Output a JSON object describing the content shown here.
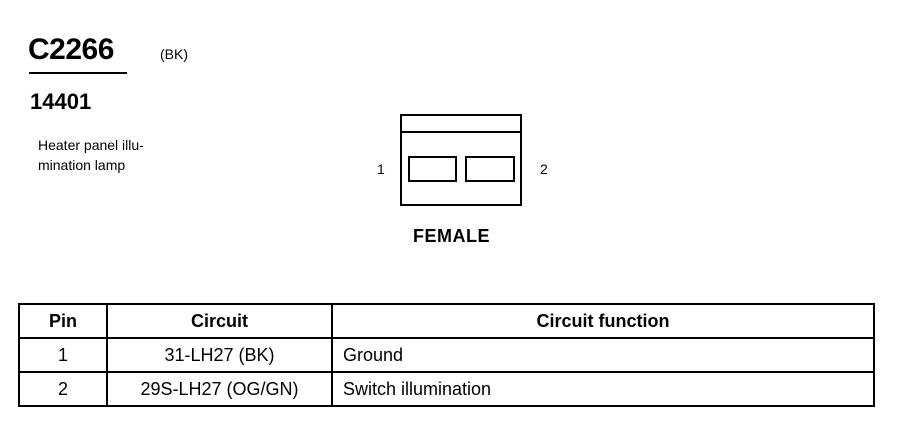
{
  "connector": {
    "id": "C2266",
    "color": "(BK)",
    "part_number": "14401",
    "description_lines": [
      "Heater panel illu-",
      "mination lamp"
    ],
    "gender": "FEMALE",
    "pin_labels": [
      "1",
      "2"
    ]
  },
  "table": {
    "headers": [
      "Pin",
      "Circuit",
      "Circuit function"
    ],
    "rows": [
      {
        "pin": "1",
        "circuit": "31-LH27 (BK)",
        "function": "Ground"
      },
      {
        "pin": "2",
        "circuit": "29S-LH27 (OG/GN)",
        "function": "Switch illumination"
      }
    ]
  }
}
